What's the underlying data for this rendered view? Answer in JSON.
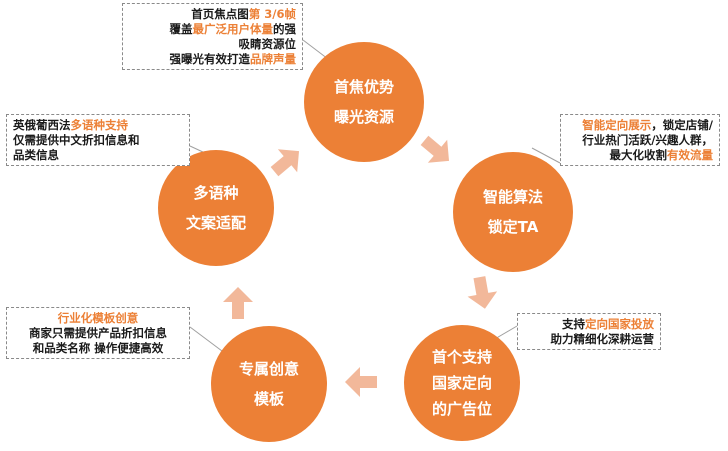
{
  "colors": {
    "accent": "#ec8036",
    "arrow": "#f2b89a",
    "text": "#1a1a1a",
    "connector": "#a0a0a0"
  },
  "nodes": {
    "focus": {
      "line1": "首焦优势",
      "line2": "曝光资源"
    },
    "smart": {
      "line1": "智能算法",
      "line2": "锁定TA"
    },
    "country": {
      "line1": "首个支持",
      "line2": "国家定向",
      "line3": "的广告位"
    },
    "creative": {
      "line1": "专属创意",
      "line2": "模板"
    },
    "multi": {
      "line1": "多语种",
      "line2": "文案适配"
    }
  },
  "notes": {
    "focus": {
      "l1a": "首页焦点图",
      "l1b": "第 3/6帧",
      "l2a": "覆盖",
      "l2b": "最广泛用户体量",
      "l2c": "的强",
      "l3": "吸睛资源位",
      "l4a": "强曝光有效打造",
      "l4b": "品牌声量"
    },
    "smart": {
      "l1a": "智能定向展示",
      "l1b": "，锁定店铺/",
      "l2": "行业热门活跃/兴趣人群，",
      "l3a": "最大化收割",
      "l3b": "有效流量"
    },
    "country": {
      "l1a": "支持",
      "l1b": "定向国家投放",
      "l2": "助力精细化深耕运营"
    },
    "creative": {
      "l1": "行业化模板创意",
      "l2": "商家只需提供产品折扣信息",
      "l3": "和品类名称 操作便捷高效"
    },
    "multi": {
      "l1a": "英俄葡西法",
      "l1b": "多语种支持",
      "l2": "仅需提供中文折扣信息和",
      "l3": "品类信息"
    }
  }
}
